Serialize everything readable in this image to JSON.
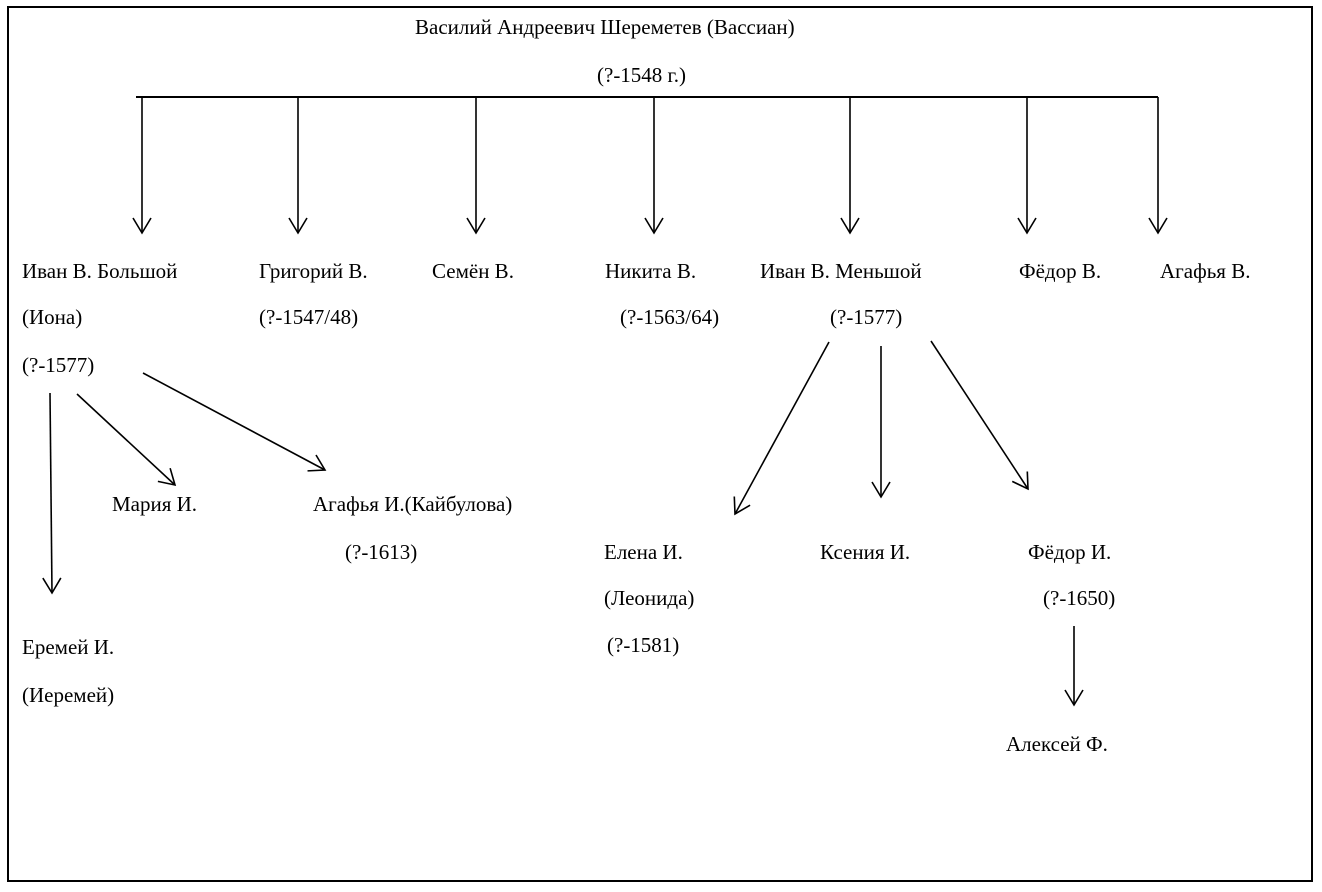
{
  "root": {
    "name": "Василий Андреевич Шереметев (Вассиан)",
    "dates": "(?-1548 г.)"
  },
  "children": [
    {
      "name": "Иван В. Большой",
      "alias": "(Иона)",
      "dates": "(?-1577)"
    },
    {
      "name": "Григорий В.",
      "dates": "(?-1547/48)"
    },
    {
      "name": "Семён В."
    },
    {
      "name": "Никита В.",
      "dates": "(?-1563/64)"
    },
    {
      "name": "Иван В. Меньшой",
      "dates": "(?-1577)"
    },
    {
      "name": "Фёдор В."
    },
    {
      "name": "Агафья В."
    }
  ],
  "ivan_bolshoy_children": [
    {
      "name": "Еремей И.",
      "alias": "(Иеремей)"
    },
    {
      "name": "Мария  И."
    },
    {
      "name": "Агафья И.(Кайбулова)",
      "dates": "(?-1613)"
    }
  ],
  "ivan_menshoy_children": [
    {
      "name": "Елена И.",
      "alias": "(Леонида)",
      "dates": "(?-1581)"
    },
    {
      "name": "Ксения И."
    },
    {
      "name": "Фёдор И.",
      "dates": "(?-1650)"
    }
  ],
  "fedor_children": [
    {
      "name": "Алексей Ф."
    }
  ]
}
